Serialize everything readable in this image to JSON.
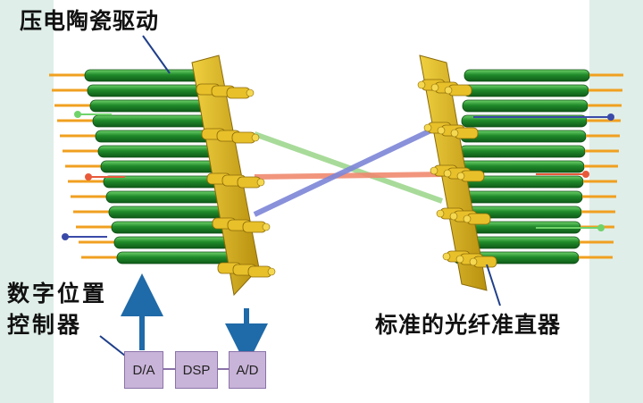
{
  "labels": {
    "piezo_drive": "压电陶瓷驱动",
    "controller_line1": "数字位置",
    "controller_line2": "控制器",
    "collimator": "标准的光纤准直器"
  },
  "blocks": {
    "da": "D/A",
    "dsp": "DSP",
    "ad": "A/D"
  },
  "colors": {
    "fiber_green": "#1f8a2a",
    "fiber_highlight": "#6fd36a",
    "pin_orange": "#f0a020",
    "plate_gold": "#d9b21c",
    "beam_green": "#9fd890",
    "beam_red": "#f08a70",
    "beam_blue": "#7d86d8",
    "arrow_blue": "#1f6aa8",
    "block_fill": "#c9b4d9"
  }
}
